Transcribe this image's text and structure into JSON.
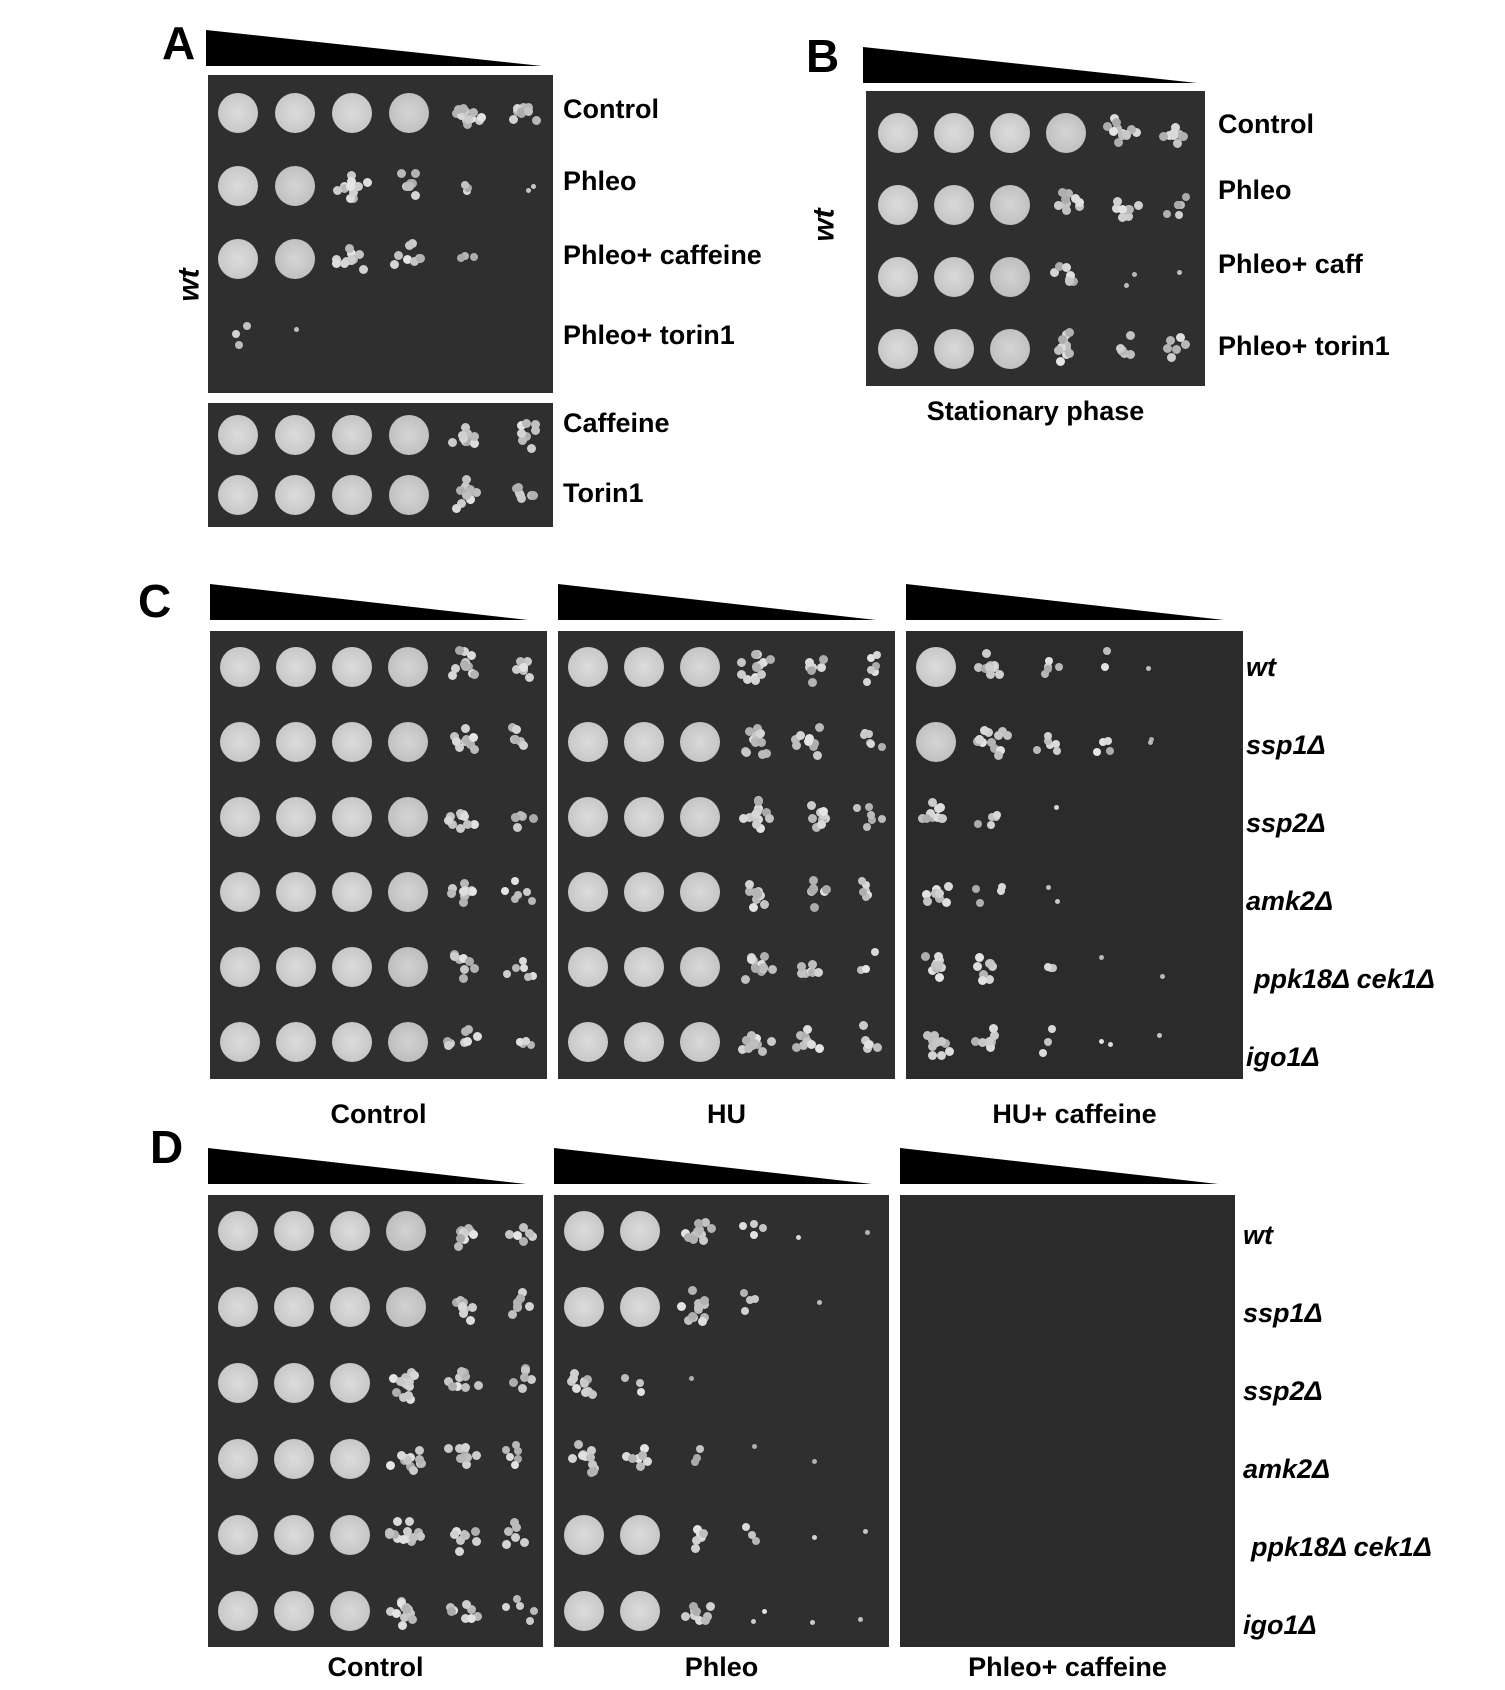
{
  "panels": {
    "A": {
      "letter": "A",
      "strain": "wt",
      "rows_top": [
        {
          "label": "Control",
          "growth": [
            1,
            1,
            1,
            0.9,
            0.75,
            0.55
          ]
        },
        {
          "label": "Phleo",
          "growth": [
            1,
            0.9,
            0.75,
            0.55,
            0.2,
            0.12
          ]
        },
        {
          "label": "Phleo+ caffeine",
          "growth": [
            1,
            0.9,
            0.7,
            0.5,
            0.18,
            0
          ]
        },
        {
          "label": "Phleo+ torin1",
          "growth": [
            0.2,
            0.05,
            0,
            0,
            0,
            0
          ]
        }
      ],
      "rows_bottom": [
        {
          "label": "Caffeine",
          "growth": [
            1,
            1,
            0.95,
            0.9,
            0.7,
            0.5
          ]
        },
        {
          "label": "Torin1",
          "growth": [
            1,
            1,
            0.95,
            0.9,
            0.7,
            0.45
          ]
        }
      ]
    },
    "B": {
      "letter": "B",
      "strain": "wt",
      "caption": "Stationary phase",
      "rows": [
        {
          "label": "Control",
          "growth": [
            1,
            1,
            1,
            0.9,
            0.75,
            0.55
          ]
        },
        {
          "label": "Phleo",
          "growth": [
            1,
            0.95,
            0.9,
            0.75,
            0.5,
            0.35
          ]
        },
        {
          "label": "Phleo+ caff",
          "growth": [
            1,
            0.95,
            0.85,
            0.45,
            0.12,
            0.04
          ]
        },
        {
          "label": "Phleo+ torin1",
          "growth": [
            1,
            0.95,
            0.9,
            0.7,
            0.45,
            0.4
          ]
        }
      ]
    },
    "C": {
      "letter": "C",
      "strains": [
        "wt",
        "ssp1Δ",
        "ssp2Δ",
        "amk2Δ",
        "ppk18Δ cek1Δ",
        "igo1Δ"
      ],
      "plates": [
        {
          "caption": "Control",
          "growth": [
            [
              1,
              1,
              1,
              0.9,
              0.7,
              0.5
            ],
            [
              1,
              1,
              1,
              0.9,
              0.6,
              0.4
            ],
            [
              1,
              1,
              1,
              0.9,
              0.6,
              0.4
            ],
            [
              1,
              1,
              1,
              0.9,
              0.6,
              0.35
            ],
            [
              1,
              1,
              1,
              0.85,
              0.5,
              0.35
            ],
            [
              1,
              1,
              1,
              0.85,
              0.5,
              0.3
            ]
          ]
        },
        {
          "caption": "HU",
          "growth": [
            [
              1,
              1,
              0.95,
              0.8,
              0.5,
              0.35
            ],
            [
              1,
              1,
              0.95,
              0.8,
              0.55,
              0.35
            ],
            [
              1,
              1,
              0.95,
              0.8,
              0.55,
              0.35
            ],
            [
              1,
              1,
              0.95,
              0.75,
              0.5,
              0.35
            ],
            [
              1,
              1,
              0.95,
              0.75,
              0.45,
              0.2
            ],
            [
              1,
              1,
              0.95,
              0.8,
              0.5,
              0.4
            ]
          ]
        },
        {
          "caption": "HU+ caffeine",
          "growth": [
            [
              1,
              0.8,
              0.3,
              0.15,
              0.05,
              0
            ],
            [
              0.9,
              0.8,
              0.35,
              0.25,
              0.1,
              0
            ],
            [
              0.6,
              0.3,
              0.05,
              0,
              0,
              0
            ],
            [
              0.55,
              0.25,
              0.1,
              0,
              0,
              0
            ],
            [
              0.75,
              0.5,
              0.2,
              0.05,
              0.02,
              0
            ],
            [
              0.75,
              0.55,
              0.2,
              0.1,
              0.05,
              0
            ]
          ]
        }
      ]
    },
    "D": {
      "letter": "D",
      "strains": [
        "wt",
        "ssp1Δ",
        "ssp2Δ",
        "amk2Δ",
        "ppk18Δ cek1Δ",
        "igo1Δ"
      ],
      "plates": [
        {
          "caption": "Control",
          "growth": [
            [
              1,
              1,
              1,
              0.85,
              0.7,
              0.4
            ],
            [
              1,
              1,
              1,
              0.85,
              0.6,
              0.45
            ],
            [
              1,
              1,
              1,
              0.8,
              0.55,
              0.4
            ],
            [
              1,
              1,
              1,
              0.8,
              0.55,
              0.35
            ],
            [
              1,
              1,
              0.95,
              0.8,
              0.5,
              0.4
            ],
            [
              1,
              1,
              0.95,
              0.8,
              0.5,
              0.3
            ]
          ]
        },
        {
          "caption": "Phleo",
          "growth": [
            [
              1,
              1,
              0.7,
              0.25,
              0.05,
              0.03
            ],
            [
              1,
              1,
              0.75,
              0.25,
              0.05,
              0
            ],
            [
              0.6,
              0.2,
              0.05,
              0,
              0,
              0
            ],
            [
              0.7,
              0.45,
              0.2,
              0.08,
              0.03,
              0
            ],
            [
              1,
              1,
              0.45,
              0.2,
              0.08,
              0.03
            ],
            [
              1,
              1,
              0.6,
              0.1,
              0.05,
              0.02
            ]
          ]
        },
        {
          "caption": "Phleo+ caffeine",
          "growth": [
            [
              0,
              0,
              0,
              0,
              0,
              0
            ],
            [
              0,
              0,
              0,
              0,
              0,
              0
            ],
            [
              0,
              0,
              0,
              0,
              0,
              0
            ],
            [
              0,
              0,
              0,
              0,
              0,
              0
            ],
            [
              0,
              0,
              0,
              0,
              0,
              0
            ],
            [
              0,
              0,
              0,
              0,
              0,
              0
            ]
          ]
        }
      ]
    }
  }
}
